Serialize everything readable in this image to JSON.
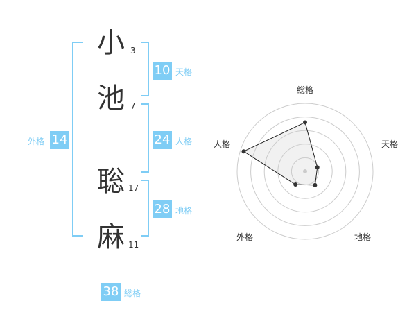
{
  "name": {
    "chars": [
      {
        "char": "小",
        "strokes": "3"
      },
      {
        "char": "池",
        "strokes": "7"
      },
      {
        "char": "聡",
        "strokes": "17"
      },
      {
        "char": "麻",
        "strokes": "11"
      }
    ]
  },
  "fortunes": {
    "ten": {
      "value": "10",
      "label": "天格"
    },
    "jin": {
      "value": "24",
      "label": "人格"
    },
    "chi": {
      "value": "28",
      "label": "地格"
    },
    "gai": {
      "value": "14",
      "label": "外格"
    },
    "sou": {
      "value": "38",
      "label": "総格"
    }
  },
  "colors": {
    "accent": "#7fcdf5",
    "text": "#333333",
    "ring": "#cccccc"
  },
  "radar": {
    "axes": [
      "総格",
      "天格",
      "地格",
      "外格",
      "人格"
    ],
    "levels": 5,
    "values": [
      0.72,
      0.19,
      0.25,
      0.24,
      0.95
    ]
  }
}
